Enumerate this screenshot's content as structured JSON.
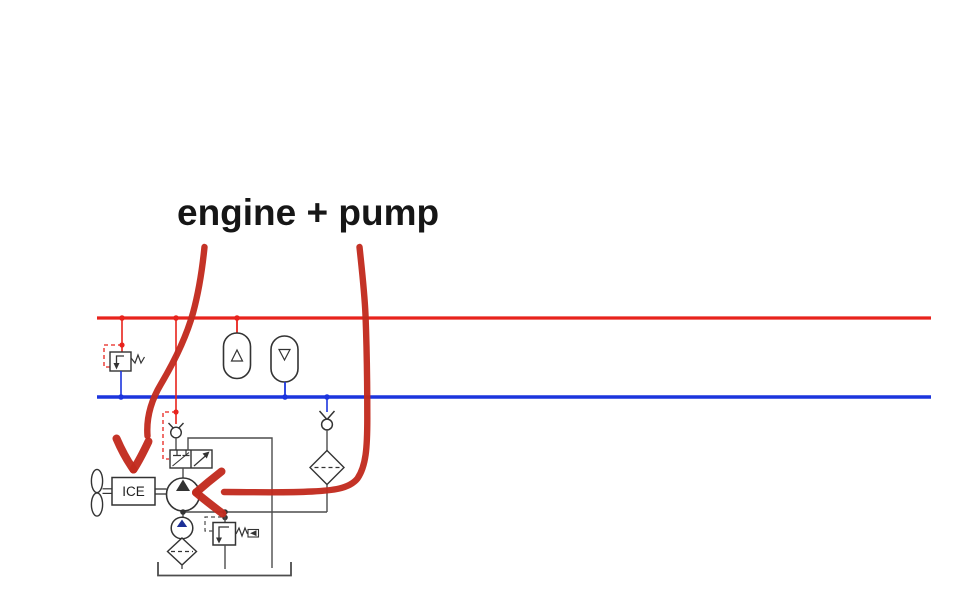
{
  "annotation": {
    "label": "engine + pump",
    "points_to": [
      "engine",
      "pump"
    ]
  },
  "labels": {
    "engine": "ICE"
  },
  "colors": {
    "high_pressure": "#e8231c",
    "low_pressure": "#1c35dd",
    "annotation": "#c22b1e",
    "line_gray": "#4d4d4d",
    "symbol_dark": "#333333"
  },
  "components": [
    "high-pressure-rail",
    "low-pressure-rail",
    "hp-relief-valve",
    "hp-accumulator",
    "lp-accumulator",
    "pilot-check-valve",
    "directional-valve-2-2",
    "propeller",
    "engine-box",
    "main-pump",
    "charge-pump",
    "suction-filter",
    "charge-relief-valve",
    "return-check-valve",
    "return-filter",
    "tank"
  ]
}
